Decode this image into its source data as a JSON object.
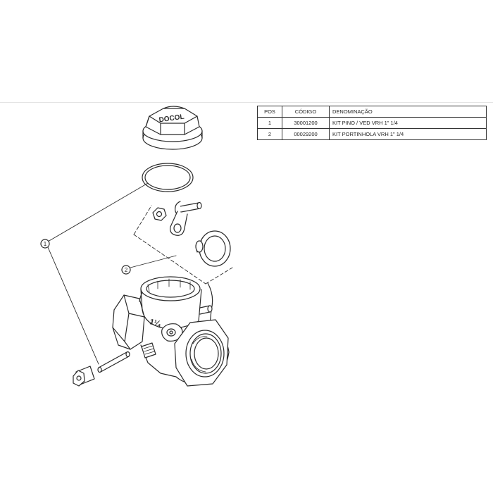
{
  "table": {
    "headers": [
      "POS",
      "CÓDIGO",
      "DENOMINAÇÃO"
    ],
    "rows": [
      {
        "pos": "1",
        "code": "30001200",
        "name": "KIT PINO / VED VRH 1\" 1/4"
      },
      {
        "pos": "2",
        "code": "00029200",
        "name": "KIT PORTINHOLA VRH 1\" 1/4"
      }
    ]
  },
  "drawing": {
    "cap_logo": "DOCOL",
    "body_marking": "1¼",
    "callouts": [
      "1",
      "2"
    ]
  }
}
